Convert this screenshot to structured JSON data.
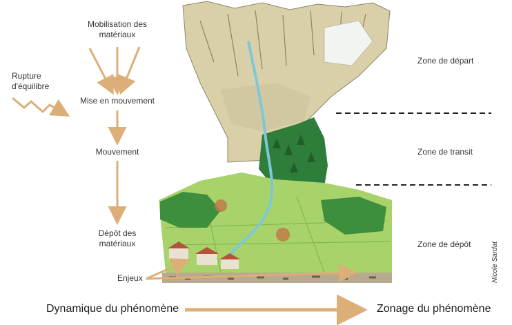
{
  "process_steps": {
    "mobilisation": "Mobilisation des matériaux",
    "mise_en_mouvement": "Mise en mouvement",
    "mouvement": "Mouvement",
    "depot": "Dépôt des matériaux"
  },
  "trigger": "Rupture d'équilibre",
  "stakes": "Enjeux",
  "zones": {
    "depart": "Zone de départ",
    "transit": "Zone de transit",
    "depot": "Zone de dépôt"
  },
  "footer": {
    "left": "Dynamique du phénomène",
    "right": "Zonage du phénomène"
  },
  "credit": "Nicole Sardat",
  "colors": {
    "arrow": "#dcae78",
    "dashed_line": "#222222",
    "rock": "#d9cfa9",
    "forest": "#2f7d3a",
    "meadow": "#a8d36b"
  }
}
